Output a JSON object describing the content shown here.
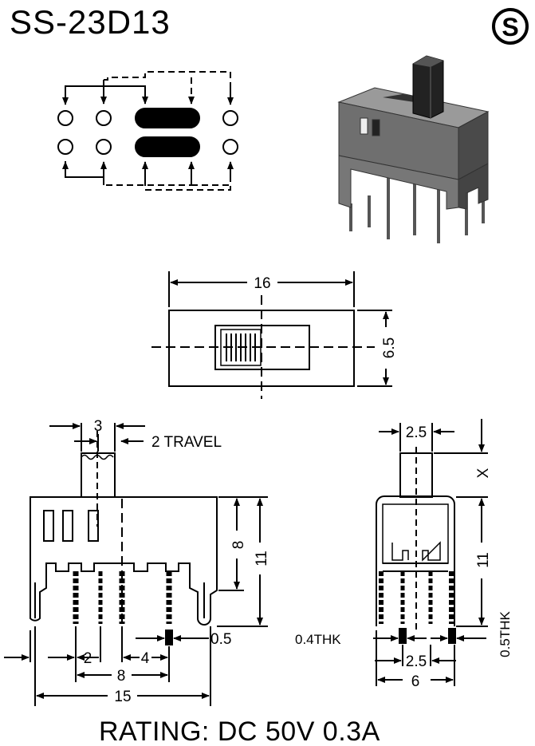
{
  "title": "SS-23D13",
  "logo_letter": "S",
  "top_view": {
    "width_label": "16",
    "height_label": "6.5"
  },
  "front_view": {
    "actuator_label": "3",
    "travel_label": "2 TRAVEL",
    "height_body_label": "8",
    "height_total_label": "11",
    "pin_thickness_label": "0.5",
    "pitch_small_label": "2",
    "pitch_mid_label": "8",
    "pitch_right_label": "4",
    "overall_width_label": "15"
  },
  "side_view": {
    "actuator_width_label": "2.5",
    "actuator_height_label": "X",
    "height_label": "11",
    "thk_left_label": "0.4THK",
    "thk_right_label": "0.5THK",
    "pin_pitch_label": "2.5",
    "width_label": "6"
  },
  "rating": "RATING: DC 50V 0.3A"
}
